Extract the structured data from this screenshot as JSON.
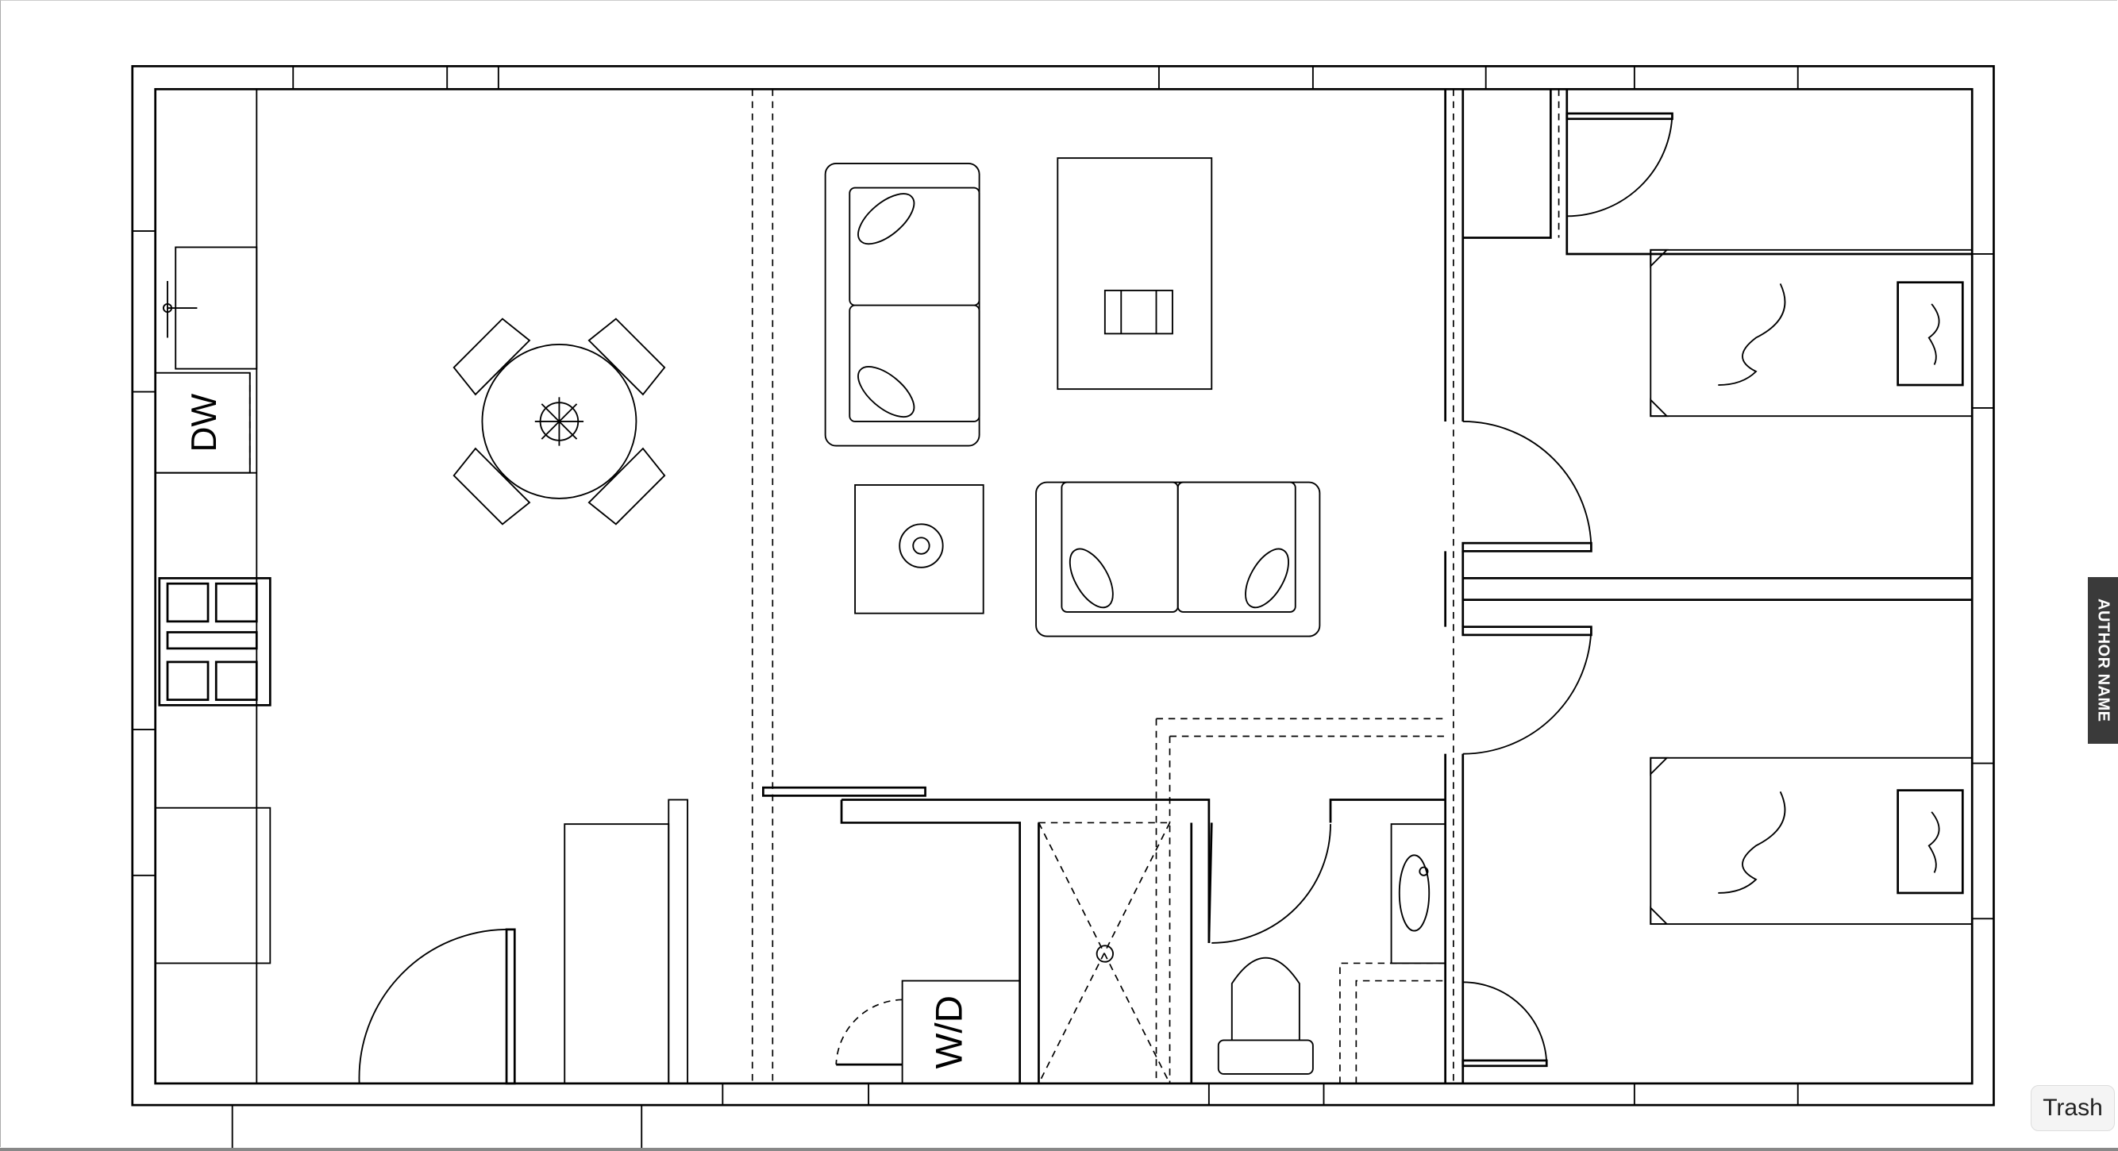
{
  "plan": {
    "labels": {
      "dishwasher": "DW",
      "washer_dryer": "W/D"
    }
  },
  "sidebar_tab": {
    "label": "AUTHOR NAME"
  },
  "dock_tooltip": {
    "label": "Trash"
  }
}
